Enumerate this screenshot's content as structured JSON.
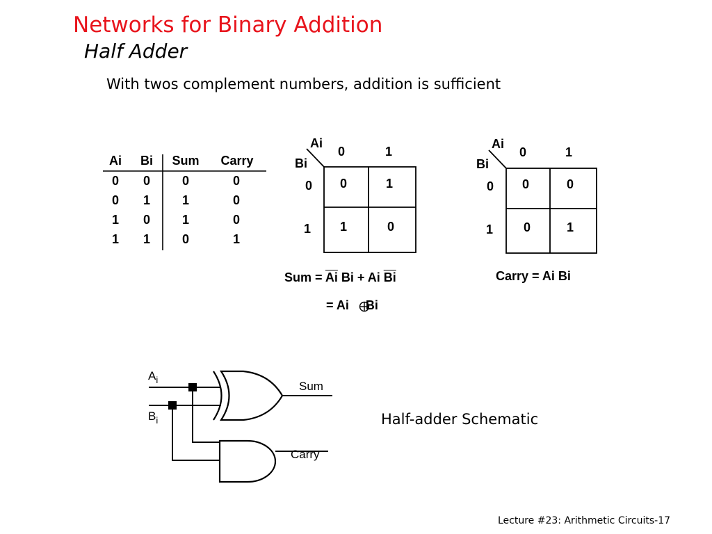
{
  "title": "Networks for Binary Addition",
  "subtitle": "Half Adder",
  "intro": "With twos complement numbers, addition is sufficient",
  "truth_table": {
    "headers": [
      "Ai",
      "Bi",
      "Sum",
      "Carry"
    ],
    "rows": [
      [
        "0",
        "0",
        "0",
        "0"
      ],
      [
        "0",
        "1",
        "1",
        "0"
      ],
      [
        "1",
        "0",
        "1",
        "0"
      ],
      [
        "1",
        "1",
        "0",
        "1"
      ]
    ]
  },
  "kmap_sum": {
    "col_var": "Ai",
    "row_var": "Bi",
    "col_labels": [
      "0",
      "1"
    ],
    "row_labels": [
      "0",
      "1"
    ],
    "cells": [
      [
        "0",
        "1"
      ],
      [
        "1",
        "0"
      ]
    ]
  },
  "kmap_carry": {
    "col_var": "Ai",
    "row_var": "Bi",
    "col_labels": [
      "0",
      "1"
    ],
    "row_labels": [
      "0",
      "1"
    ],
    "cells": [
      [
        "0",
        "0"
      ],
      [
        "0",
        "1"
      ]
    ]
  },
  "equations": {
    "sum_prefix": "Sum = ",
    "sum_t1a": "Ai",
    "sum_t1b": " Bi + Ai ",
    "sum_t2b": "Bi",
    "sum2_prefix": "= Ai ",
    "sum2_suffix": " Bi",
    "carry": "Carry = Ai Bi"
  },
  "schematic": {
    "a_label": "A",
    "a_sub": "i",
    "b_label": "B",
    "b_sub": "i",
    "sum_label": "Sum",
    "carry_label": "Carry"
  },
  "caption": "Half-adder Schematic",
  "footer": "Lecture #23: Arithmetic Circuits-17"
}
